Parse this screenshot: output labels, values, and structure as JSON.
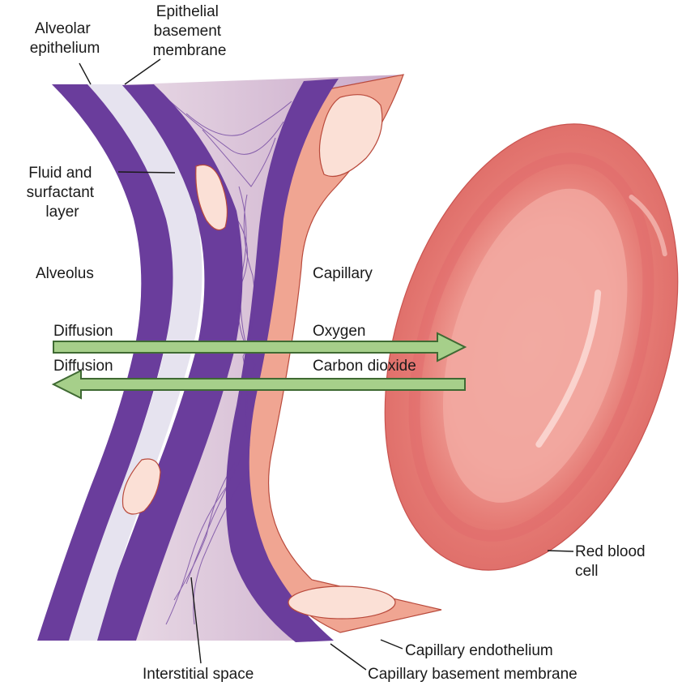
{
  "labels": {
    "alveolar_epithelium": [
      "Alveolar",
      "epithelium"
    ],
    "epithelial_basement_membrane": [
      "Epithelial",
      "basement",
      "membrane"
    ],
    "fluid_surfactant_layer": [
      "Fluid and",
      "surfactant",
      "layer"
    ],
    "alveolus": "Alveolus",
    "capillary": "Capillary",
    "diffusion_oxygen": "Diffusion",
    "oxygen": "Oxygen",
    "diffusion_co2": "Diffusion",
    "carbon_dioxide": "Carbon dioxide",
    "red_blood_cell": [
      "Red blood",
      "cell"
    ],
    "capillary_endothelium": "Capillary endothelium",
    "interstitial_space": "Interstitial space",
    "capillary_basement_membrane": "Capillary basement membrane"
  },
  "colors": {
    "membrane_purple": "#6a3d9c",
    "fluid_layer": "#e6e3ef",
    "interstitial": "#dcc6dc",
    "endothelium_pink": "#f0a592",
    "nucleus_fill": "#fbe0d6",
    "rbc_outer": "#e5736e",
    "rbc_center": "#f2a8a0",
    "arrow_green": "#a6cf8a",
    "arrow_outline": "#3f6a33"
  }
}
